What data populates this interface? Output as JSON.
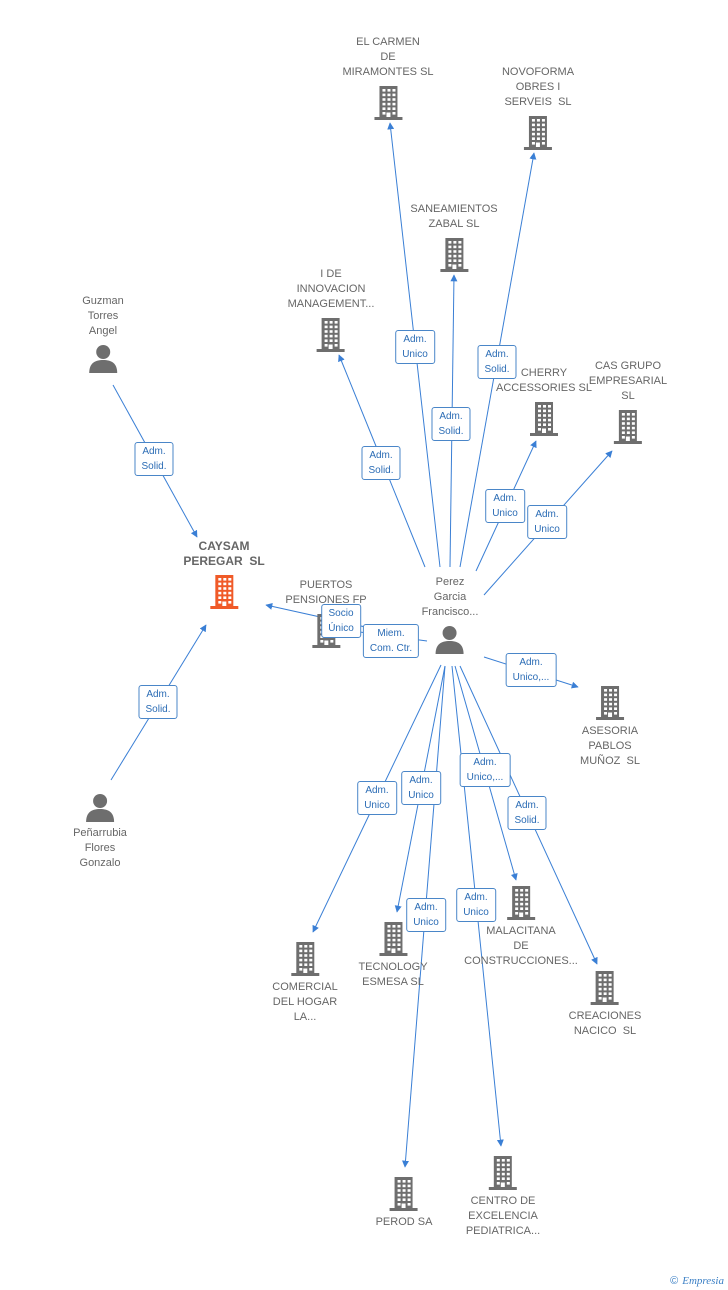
{
  "colors": {
    "edge": "#3a7fd5",
    "icon": "#6e6e6e",
    "focus_icon": "#f05a28"
  },
  "nodes": [
    {
      "id": "el-carmen",
      "label": "EL CARMEN\nDE\nMIRAMONTES SL",
      "icon": "building-icon"
    },
    {
      "id": "novoforma",
      "label": "NOVOFORMA\nOBRES I\nSERVEIS  SL",
      "icon": "building-icon"
    },
    {
      "id": "saneamientos",
      "label": "SANEAMIENTOS\nZABAL SL",
      "icon": "building-icon"
    },
    {
      "id": "i-de-innovacion",
      "label": "I DE\nINNOVACION\nMANAGEMENT...",
      "icon": "building-icon"
    },
    {
      "id": "cherry",
      "label": "CHERRY\nACCESSORIES SL",
      "icon": "building-icon"
    },
    {
      "id": "cas-grupo",
      "label": "CAS GRUPO\nEMPRESARIAL\nSL",
      "icon": "building-icon"
    },
    {
      "id": "guzman",
      "label": "Guzman\nTorres\nAngel",
      "icon": "person-icon"
    },
    {
      "id": "caysam",
      "label": "CAYSAM\nPEREGAR  SL",
      "icon": "building-icon",
      "focus": true
    },
    {
      "id": "puertos",
      "label": "PUERTOS\nPENSIONES FP",
      "icon": "building-icon"
    },
    {
      "id": "perez",
      "label": "Perez\nGarcia\nFrancisco...",
      "icon": "person-icon"
    },
    {
      "id": "asesoria",
      "label": "ASESORIA\nPABLOS\nMUÑOZ  SL",
      "icon": "building-icon"
    },
    {
      "id": "penarrubia",
      "label": "Peñarrubia\nFlores\nGonzalo",
      "icon": "person-icon"
    },
    {
      "id": "comercial",
      "label": "COMERCIAL\nDEL HOGAR\nLA...",
      "icon": "building-icon"
    },
    {
      "id": "tecnology",
      "label": "TECNOLOGY\nESMESA SL",
      "icon": "building-icon"
    },
    {
      "id": "malacitana",
      "label": "MALACITANA\nDE\nCONSTRUCCIONES...",
      "icon": "building-icon"
    },
    {
      "id": "creaciones",
      "label": "CREACIONES\nNACICO  SL",
      "icon": "building-icon"
    },
    {
      "id": "perod",
      "label": "PEROD SA",
      "icon": "building-icon"
    },
    {
      "id": "centro",
      "label": "CENTRO DE\nEXCELENCIA\nPEDIATRICA...",
      "icon": "building-icon"
    }
  ],
  "edges": [
    {
      "from": "guzman",
      "to": "caysam",
      "label": "Adm.\nSolid."
    },
    {
      "from": "penarrubia",
      "to": "caysam",
      "label": "Adm.\nSolid."
    },
    {
      "from": "perez",
      "to": "caysam",
      "label": "Socio\nÚnico"
    },
    {
      "from": "perez",
      "to": "puertos",
      "label": "Miem.\nCom. Ctr."
    },
    {
      "from": "perez",
      "to": "el-carmen",
      "label": "Adm.\nUnico"
    },
    {
      "from": "perez",
      "to": "novoforma",
      "label": "Adm.\nSolid."
    },
    {
      "from": "perez",
      "to": "saneamientos",
      "label": "Adm.\nSolid."
    },
    {
      "from": "perez",
      "to": "i-de-innovacion",
      "label": "Adm.\nSolid."
    },
    {
      "from": "perez",
      "to": "cherry",
      "label": "Adm.\nUnico"
    },
    {
      "from": "perez",
      "to": "cas-grupo",
      "label": "Adm.\nUnico"
    },
    {
      "from": "perez",
      "to": "asesoria",
      "label": "Adm.\nUnico,..."
    },
    {
      "from": "perez",
      "to": "comercial",
      "label": "Adm.\nUnico"
    },
    {
      "from": "perez",
      "to": "tecnology",
      "label": "Adm.\nUnico"
    },
    {
      "from": "perez",
      "to": "malacitana",
      "label": "Adm.\nUnico,..."
    },
    {
      "from": "perez",
      "to": "creaciones",
      "label": "Adm.\nSolid."
    },
    {
      "from": "perez",
      "to": "perod",
      "label": "Adm.\nUnico"
    },
    {
      "from": "perez",
      "to": "centro",
      "label": "Adm.\nUnico"
    }
  ],
  "footer": {
    "copyright_symbol": "©",
    "brand": "Empresia"
  }
}
